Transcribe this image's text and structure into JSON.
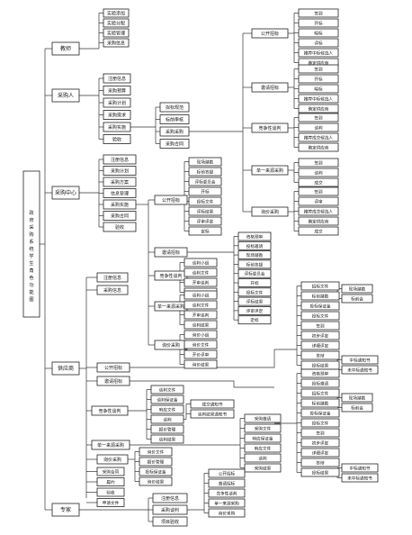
{
  "diagram": {
    "root": "政府采购系统学生角色功能图",
    "branches": {
      "teacher": {
        "label": "教师",
        "items": [
          "实验添加",
          "实验分配",
          "实验管理",
          "采购信息"
        ]
      },
      "purchaser": {
        "label": "采购人",
        "items": [
          "注册信息",
          "采购预算",
          "采购计划",
          "采购需求",
          "采购实施",
          "验收"
        ],
        "impl_steps": [
          "拟标规范",
          "标前审核",
          "采购采购",
          "采购合同"
        ],
        "open_bid": {
          "label": "公开招标",
          "items": [
            "签到",
            "开标",
            "唱标",
            "评标",
            "推荐中标候选人",
            "确定供应商"
          ]
        },
        "invite_bid": {
          "label": "邀请招标",
          "items": [
            "签到",
            "开标",
            "唱标",
            "推荐中标候选人",
            "确定供应商"
          ]
        },
        "competitive": {
          "label": "竞争性谈判",
          "items": [
            "签到",
            "谈判",
            "推荐成交候选人",
            "确定供应商"
          ]
        },
        "single_source": {
          "label": "单一来源采购",
          "items": [
            "签到",
            "谈判",
            "成交"
          ]
        },
        "inquiry": {
          "label": "询价采购",
          "items": [
            "签到",
            "评审",
            "推荐成交候选人",
            "确定供应商",
            "成交"
          ]
        }
      },
      "agency": {
        "label": "采购中心",
        "items": [
          "注册信息",
          "采购计划",
          "采购方案",
          "信息管理",
          "采购实施",
          "采购合同",
          "验收"
        ],
        "open_bid": {
          "label": "公开招标",
          "items": [
            "现场踏勘",
            "标前答疑",
            "评标委员会",
            "开标",
            "投标文件",
            "评标结果",
            "评审评定",
            "定标"
          ]
        },
        "invite_bid": {
          "label": "邀请招标",
          "items": [
            "资格预审",
            "投标邀请",
            "现场踏勘",
            "标前答疑",
            "评标委员会",
            "开标",
            "投标文件",
            "评标结果",
            "评审评定",
            "定标"
          ]
        },
        "competitive": {
          "label": "竞争性谈判",
          "items": [
            "谈判小组",
            "谈判文件",
            "开审谈判",
            "谈判结果"
          ]
        },
        "single_source": {
          "label": "单一来源采购",
          "items": [
            "谈判小组",
            "谈判文件",
            "开审谈判",
            "谈判结果"
          ]
        },
        "inquiry": {
          "label": "询价采购",
          "items": [
            "询价小组",
            "询价文件",
            "开价评审",
            "询价结果"
          ]
        }
      },
      "supplier": {
        "label": "供应商",
        "top_items": [
          "注册信息",
          "采购信息"
        ],
        "open_bid": {
          "label": "公开招标",
          "items": [
            "招标文件",
            "标前踏勘",
            "投标保证金",
            "投标文件",
            "签到",
            "初步评定",
            "详细评定",
            "答辩",
            "投标结果"
          ],
          "sub": [
            "现场踏勘",
            "标前会"
          ],
          "notices": [
            "中标通知书",
            "未中标通知书"
          ]
        },
        "invite_bid": {
          "label": "邀请招标",
          "items": [
            "资格预审",
            "投标邀请",
            "招标文件",
            "标前踏勘",
            "投标保证金",
            "投标文件",
            "签到",
            "初步评定",
            "详细评定",
            "答辩",
            "投标结果"
          ],
          "sub": [
            "现场踏勘",
            "标前会"
          ],
          "notices": [
            "中标通知书",
            "未中标通知书"
          ]
        },
        "competitive": {
          "label": "竞争性谈判",
          "items": [
            "谈判文件",
            "谈判保证金",
            "响应文件",
            "谈判",
            "报价管理",
            "谈判结果"
          ],
          "results": [
            "成交通知书",
            "谈判结果通知书"
          ]
        },
        "single_source": {
          "label": "单一来源采购",
          "items": [
            "采购邀请",
            "采购文件",
            "响应保证金",
            "响应文件",
            "谈判",
            "采购结果"
          ]
        },
        "inquiry": {
          "label": "询价采购",
          "items": [
            "询价文件",
            "报价管理",
            "投标保证金",
            "询价结果"
          ]
        },
        "misc": [
          "采购合同",
          "履约",
          "验收",
          "申请文件"
        ]
      },
      "expert": {
        "label": "专家",
        "items": [
          "注册信息",
          "采购谈判",
          "项目验收"
        ],
        "methods": [
          "公开招标",
          "邀请招标",
          "竞争性谈判",
          "单一来源采购",
          "询价采购"
        ]
      }
    }
  }
}
